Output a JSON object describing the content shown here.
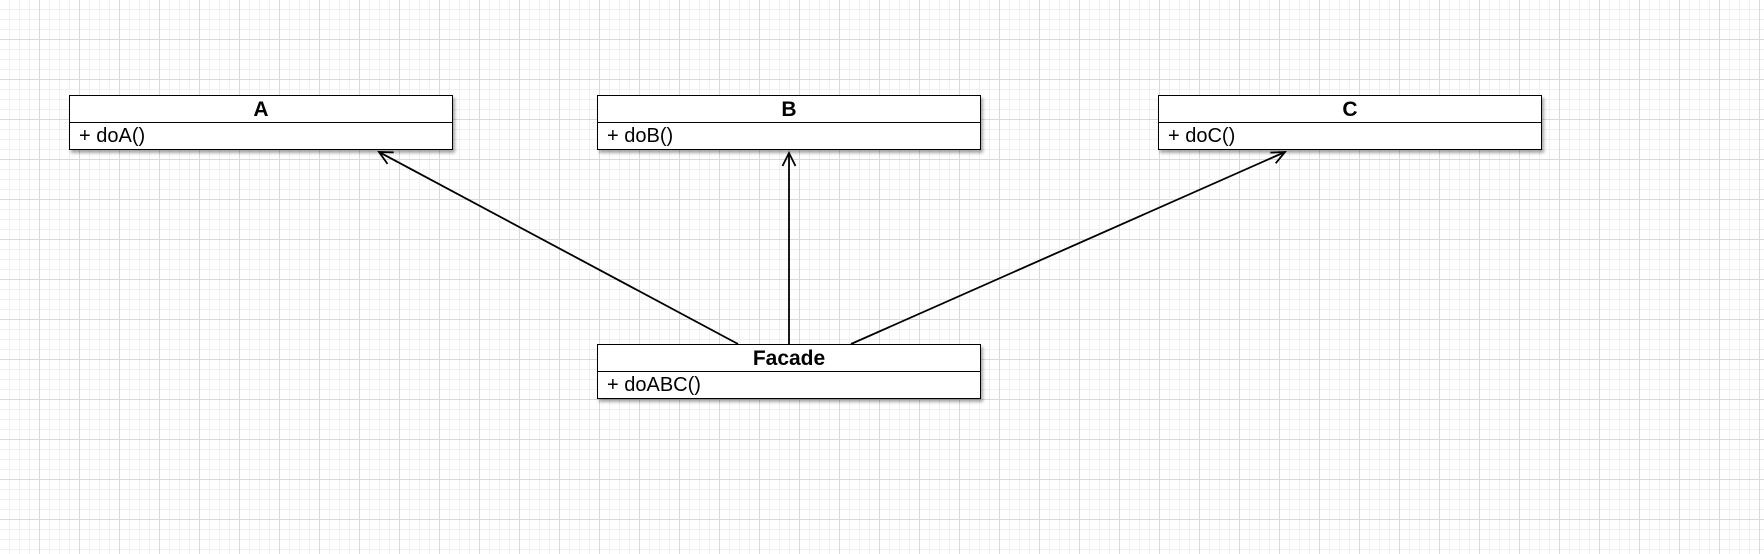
{
  "classes": {
    "a": {
      "name": "A",
      "operation": "+ doA()"
    },
    "b": {
      "name": "B",
      "operation": "+ doB()"
    },
    "c": {
      "name": "C",
      "operation": "+ doC()"
    },
    "facade": {
      "name": "Facade",
      "operation": "+ doABC()"
    }
  },
  "relations": [
    {
      "from": "Facade",
      "to": "A",
      "type": "association"
    },
    {
      "from": "Facade",
      "to": "B",
      "type": "association"
    },
    {
      "from": "Facade",
      "to": "C",
      "type": "association"
    }
  ]
}
